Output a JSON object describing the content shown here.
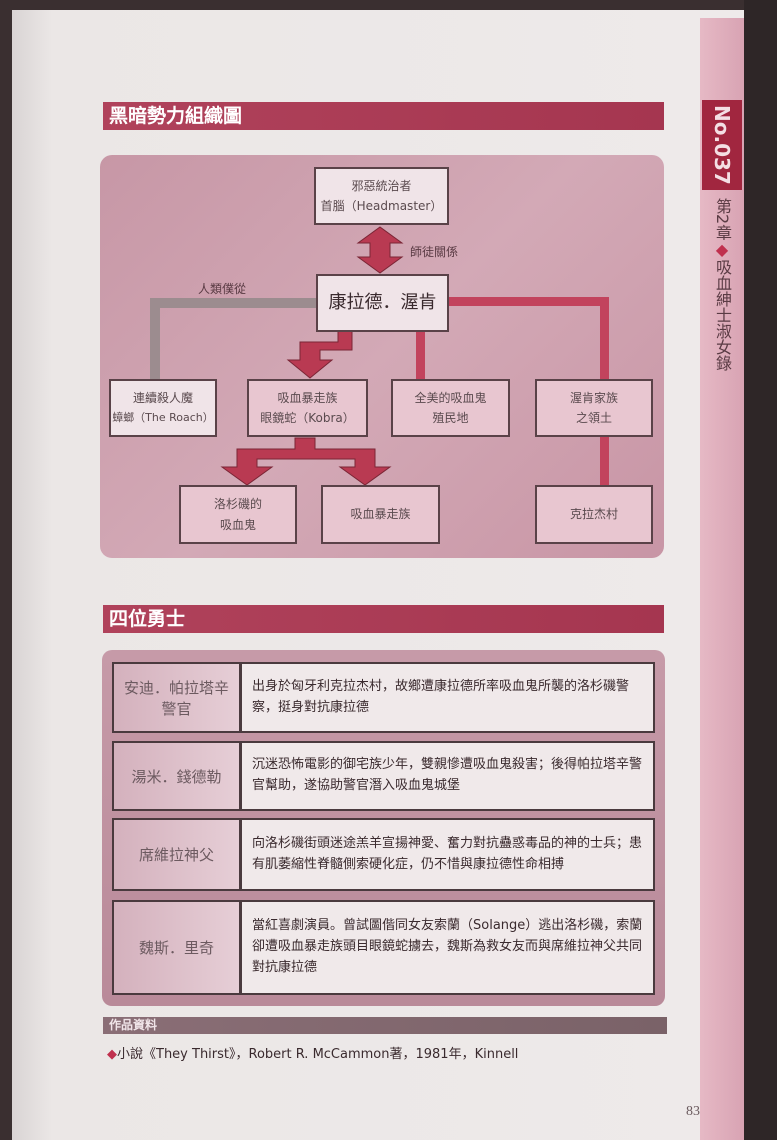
{
  "side": {
    "number": "No.037",
    "chapter": "第2章",
    "chapter_title": "吸血紳士淑女錄"
  },
  "section1": {
    "title": "黑暗勢力組織圖",
    "nodes": {
      "top": [
        "邪惡統治者",
        "首腦（Headmaster）"
      ],
      "center": "康拉德．渥肯",
      "roach": [
        "連續殺人魔",
        "蟑螂（The Roach）"
      ],
      "kobra": [
        "吸血暴走族",
        "眼鏡蛇（Kobra）"
      ],
      "colony": [
        "全美的吸血鬼",
        "殖民地"
      ],
      "family": [
        "渥肯家族",
        "之領土"
      ],
      "la": [
        "洛杉磯的",
        "吸血鬼"
      ],
      "gang": "吸血暴走族",
      "village": "克拉杰村"
    },
    "labels": {
      "mentor": "師徒關係",
      "servant": "人類僕從"
    }
  },
  "section2": {
    "title": "四位勇士",
    "rows": [
      {
        "name": "安迪．帕拉塔辛警官",
        "desc": "出身於匈牙利克拉杰村，故鄉遭康拉德所率吸血鬼所襲的洛杉磯警察，挺身對抗康拉德"
      },
      {
        "name": "湯米．錢德勒",
        "desc": "沉迷恐怖電影的御宅族少年，雙親慘遭吸血鬼殺害；後得帕拉塔辛警官幫助，遂協助警官潛入吸血鬼城堡"
      },
      {
        "name": "席維拉神父",
        "desc": "向洛杉磯街頭迷途羔羊宣揚神愛、奮力對抗蠱惑毒品的神的士兵；患有肌萎縮性脊髓側索硬化症，仍不惜與康拉德性命相搏"
      },
      {
        "name": "魏斯．里奇",
        "desc": "當紅喜劇演員。曾試圖偕同女友索蘭（Solange）逃出洛杉磯，索蘭卻遭吸血暴走族頭目眼鏡蛇擄去，魏斯為救女友而與席維拉神父共同對抗康拉德"
      }
    ]
  },
  "source": {
    "title": "作品資料",
    "bullet": "◆",
    "text": "小說《They Thirst》，Robert R. McCammon著，1981年，Kinnell"
  },
  "page_number": "83"
}
